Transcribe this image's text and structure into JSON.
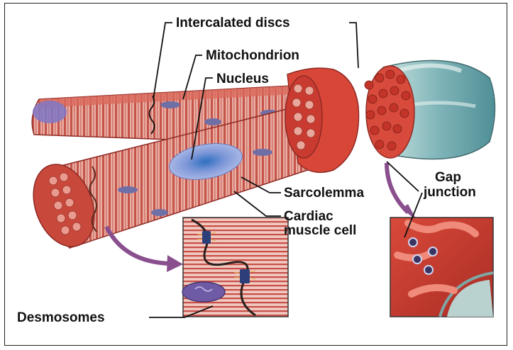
{
  "labels": {
    "intercalated_discs": "Intercalated discs",
    "mitochondrion": "Mitochondrion",
    "nucleus": "Nucleus",
    "sarcolemma": "Sarcolemma",
    "cardiac_line1": "Cardiac",
    "cardiac_line2": "muscle cell",
    "gap_line1": "Gap",
    "gap_line2": "junction",
    "desmosomes": "Desmosomes"
  },
  "colors": {
    "muscle": "#c9463a",
    "muscle_light": "#e8a79a",
    "stripes": "#b23b34",
    "nucleus": "#8aa0d6",
    "arrow": "#8a4f8e",
    "membrane_teal": "#9bc3c4"
  }
}
